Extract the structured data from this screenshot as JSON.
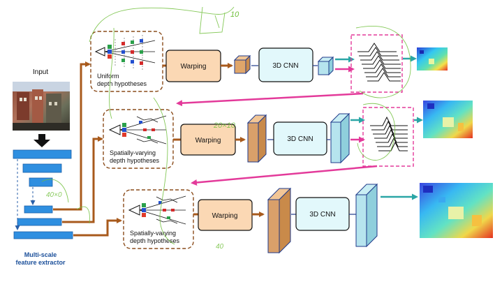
{
  "input_label": "Input",
  "feature_extractor_label": [
    "Multi-scale",
    "feature extractor"
  ],
  "stages": [
    {
      "hypothesis_label": [
        "Uniform",
        "depth hypotheses"
      ],
      "warping_label": "Warping",
      "cnn_label": "3D CNN"
    },
    {
      "hypothesis_label": [
        "Spatially-varying",
        "depth hypotheses"
      ],
      "warping_label": "Warping",
      "cnn_label": "3D CNN"
    },
    {
      "hypothesis_label": [
        "Spatially-varying",
        "depth hypotheses"
      ],
      "warping_label": "Warping",
      "cnn_label": "3D CNN"
    }
  ],
  "annotations": {
    "scribble_top": "10",
    "scribble_mid": "20×10",
    "scribble_left": "40×0",
    "scribble_bottom": "40"
  },
  "colors": {
    "feature_blue": "#2f8fe0",
    "arrow_brown": "#a85a1c",
    "arrow_magenta": "#e33a9a",
    "arrow_teal": "#2aa6a6",
    "warp_fill": "#fbd8b4",
    "cnn_fill": "#e2f8fb",
    "scribble_green": "#6fbf3a"
  }
}
